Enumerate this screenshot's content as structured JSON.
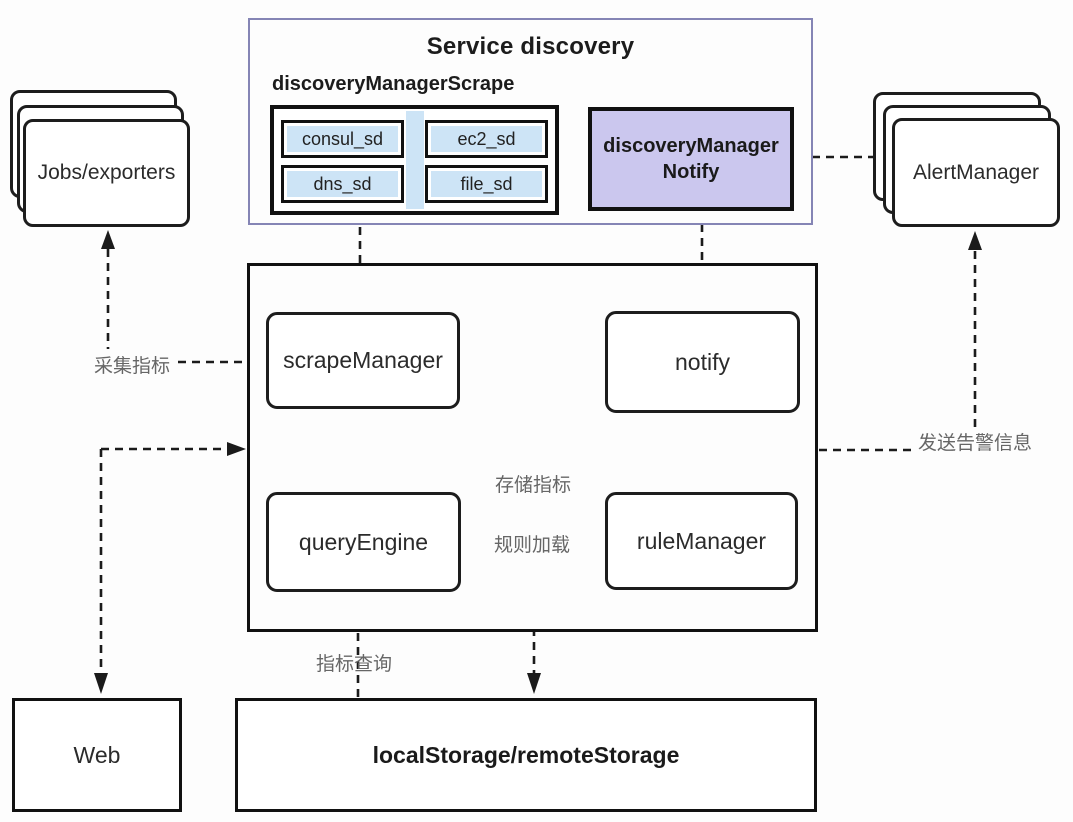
{
  "service_discovery": {
    "title": "Service discovery",
    "scrape_group_label": "discoveryManagerScrape",
    "sd_items": [
      "consul_sd",
      "ec2_sd",
      "dns_sd",
      "file_sd"
    ],
    "notify_manager_line1": "discoveryManager",
    "notify_manager_line2": "Notify"
  },
  "external": {
    "jobs_exporters": "Jobs/exporters",
    "alert_manager": "AlertManager",
    "web": "Web"
  },
  "server": {
    "scrape_manager": "scrapeManager",
    "notify": "notify",
    "query_engine": "queryEngine",
    "rule_manager": "ruleManager",
    "storage": "localStorage/remoteStorage"
  },
  "edge_labels": {
    "collect_metrics": "采集指标",
    "send_alerts": "发送告警信息",
    "store_metrics": "存储指标",
    "load_rules": "规则加载",
    "query_metrics": "指标查询"
  },
  "colors": {
    "sd_border": "#8585b5",
    "sd_item_fill": "#cde4f6",
    "notify_fill": "#cbc7ee",
    "box_border": "#1d1d1d",
    "line": "#1b1b1b",
    "label_text": "#666666"
  }
}
